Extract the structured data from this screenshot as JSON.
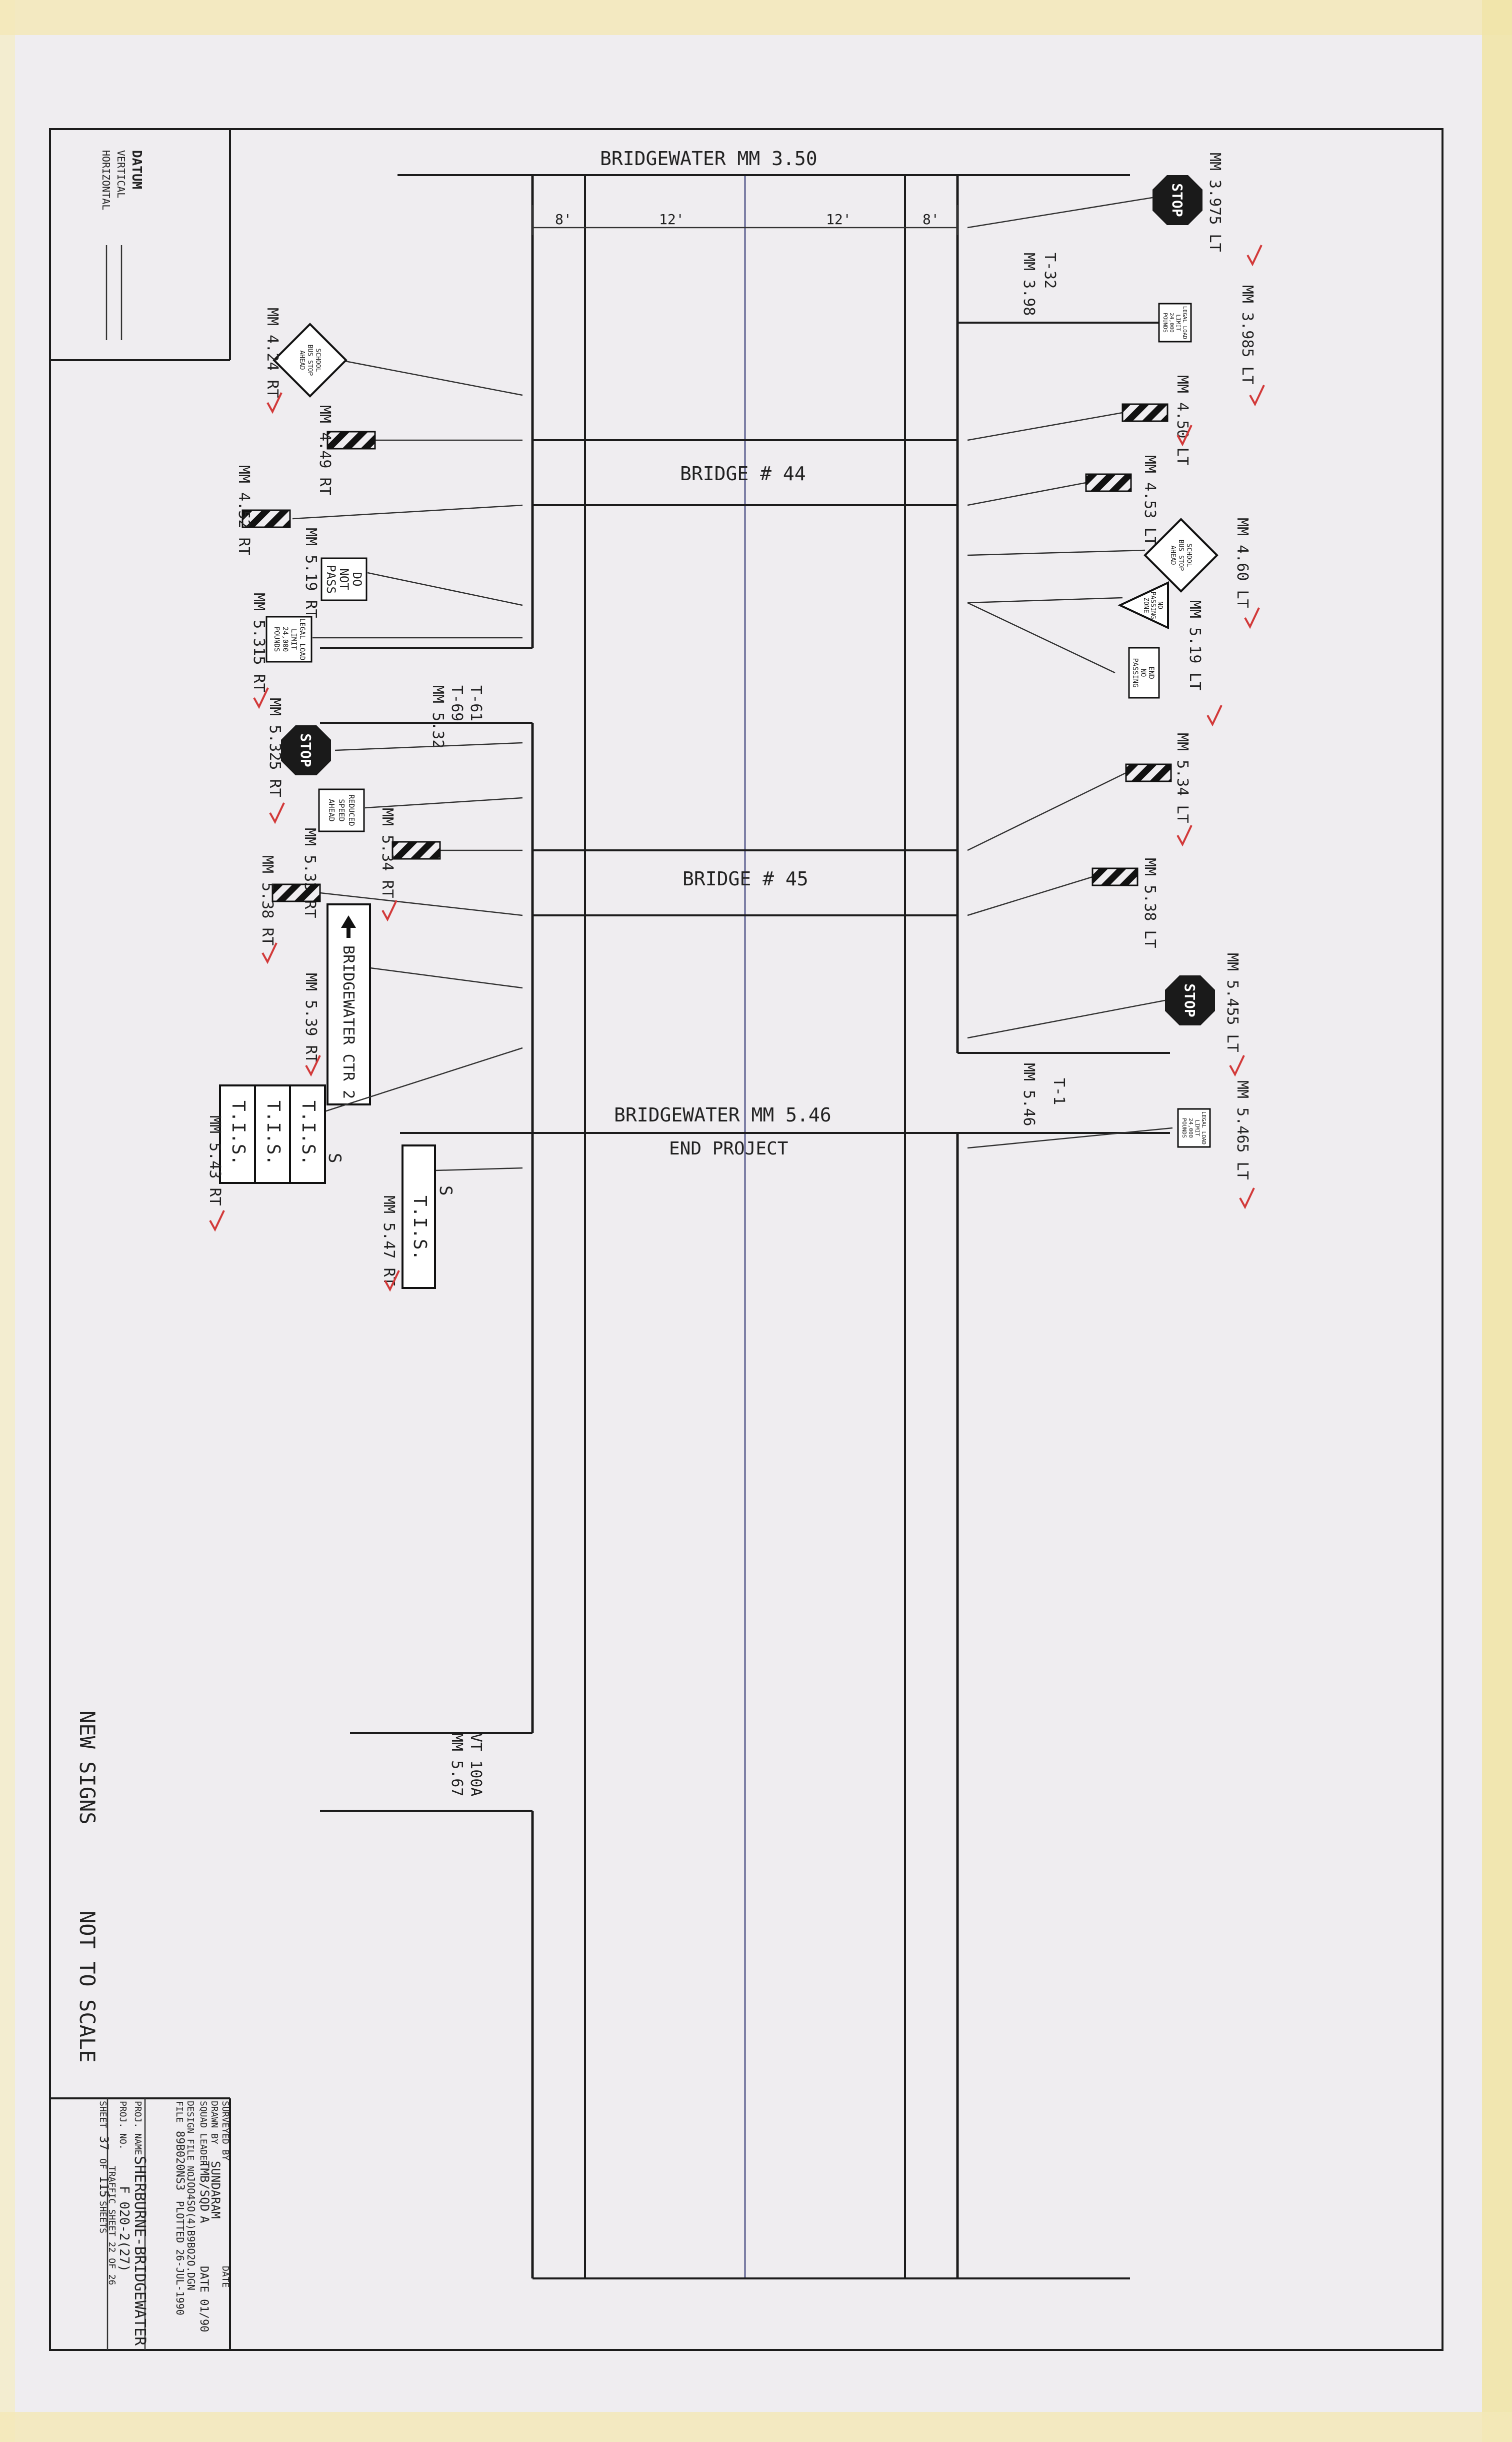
{
  "title_top": "BRIDGEWATER MM 3.50",
  "title_end": "BRIDGEWATER MM 5.46",
  "end_project": "END PROJECT",
  "bridge_44": "BRIDGE # 44",
  "bridge_45": "BRIDGE # 45",
  "widths": [
    "8'",
    "12'",
    "12'",
    "8'"
  ],
  "datum": {
    "title": "DATUM",
    "vertical": "VERTICAL",
    "horizontal": "HORIZONTAL"
  },
  "notes": {
    "new_signs": "NEW SIGNS",
    "not_to_scale": "NOT TO SCALE"
  },
  "roads": {
    "t32": "T-32",
    "t32_mm": "MM 3.98",
    "t61": "T-61",
    "t69": "T-69",
    "t61_mm": "MM 5.32",
    "t1": "T-1",
    "t1_mm": "MM 5.46",
    "vt100a": "VT 100A",
    "vt100a_mm": "MM 5.67"
  },
  "sign_text": {
    "stop": "STOP",
    "school_bus": [
      "SCHOOL",
      "BUS STOP",
      "AHEAD"
    ],
    "legal_load": [
      "LEGAL LOAD",
      "LIMIT",
      "24,000",
      "POUNDS"
    ],
    "do_not_pass": [
      "DO",
      "NOT",
      "PASS"
    ],
    "no_passing_zone": [
      "NO",
      "PASSING",
      "ZONE"
    ],
    "end_no_passing": [
      "END",
      "NO",
      "PASSING"
    ],
    "reduced_speed": [
      "REDUCED",
      "SPEED",
      "AHEAD"
    ],
    "bridgewater_ctr": "BRIDGEWATER CTR 2",
    "tis": "T.I.S.",
    "s": "S"
  },
  "mileposts": {
    "mm_3975_lt": "MM 3.975 LT",
    "mm_3985_lt": "MM 3.985 LT",
    "mm_424_rt": "MM 4.24 RT",
    "mm_449_rt": "MM 4.49 RT",
    "mm_450_lt": "MM 4.50 LT",
    "mm_452_rt": "MM 4.52 RT",
    "mm_453_lt": "MM 4.53 LT",
    "mm_460_lt": "MM 4.60 LT",
    "mm_519_rt": "MM 5.19 RT",
    "mm_519_lt": "MM 5.19 LT",
    "mm_5315_rt": "MM 5.315 RT",
    "mm_5325_rt": "MM 5.325 RT",
    "mm_533_rt": "MM 5.33 RT",
    "mm_534_rt": "MM 5.34 RT",
    "mm_534_lt": "MM 5.34 LT",
    "mm_538_rt": "MM 5.38 RT",
    "mm_538_lt": "MM 5.38 LT",
    "mm_539_rt": "MM 5.39 RT",
    "mm_543_rt": "MM 5.43 RT",
    "mm_5455_lt": "MM 5.455 LT",
    "mm_5465_lt": "MM 5.465 LT",
    "mm_547_rt": "MM 5.47 RT"
  },
  "title_block": {
    "surveyed_by": "SURVEYED BY",
    "date": "DATE",
    "surveyor": "SUNDARAM",
    "drawn_by": "DRAWN BY",
    "drawn_by_value": "TMB/SQD",
    "date_value": "DATE 01/90",
    "squad_leader": "SQUAD LEADER",
    "squad_leader_value": "A",
    "design_file_no": "DESIGN FILE NO.",
    "design_file_value": "JOO4SO(4)B9BO2O.DGN",
    "file_label": "FILE",
    "file_value": "89B020NS3",
    "plotted": "PLOTTED 26-JUL-1990",
    "proj_name_label": "PROJ. NAME",
    "proj_name_value": "SHERBURNE-BRIDGEWATER",
    "proj_no_label": "PROJ. NO.",
    "proj_no_value": "F 020-2(27)",
    "traffic_sheet": "TRAFFIC SHEET 22 OF 26",
    "sheet_label": "SHEET",
    "sheet_no": "37",
    "of_label": "OF",
    "sheet_total": "115",
    "sheets_label": "SHEETS"
  },
  "colors": {
    "paper": "#efedf0",
    "ink": "#1c1c1c",
    "tape": "#f3e7b8",
    "check": "#d23a3a"
  }
}
